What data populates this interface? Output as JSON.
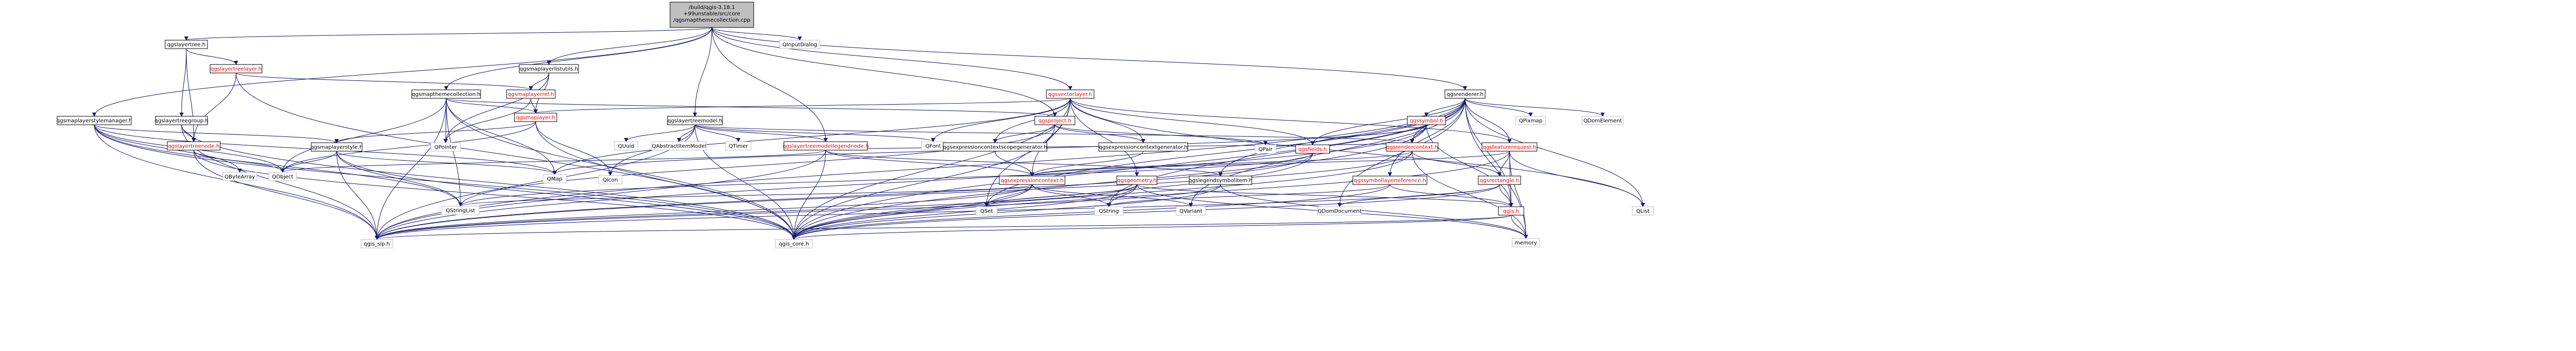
{
  "diagram": {
    "colors": {
      "edge": "#191970",
      "root_fill": "#bfbfbf",
      "node_fill": "#ffffff",
      "node_border_linked": "#000000",
      "node_border_external": "#bfbfbf",
      "text_linked": "#000000",
      "text_red": "#ff0000"
    },
    "nodes": [
      {
        "id": "root",
        "label": "/build/qgis-3.18.1+99unstable/src/core/qgsmapthemecollection.cpp",
        "kind": "root"
      },
      {
        "id": "qgslayertree",
        "label": "qgslayertree.h",
        "kind": "normal"
      },
      {
        "id": "qgslayertreelayer",
        "label": "qgslayertreelayer.h",
        "kind": "red"
      },
      {
        "id": "qgsmapthemecollection",
        "label": "qgsmapthemecollection.h",
        "kind": "normal"
      },
      {
        "id": "qgsmaplayerlistutils",
        "label": "qgsmaplayerlistutils.h",
        "kind": "normal"
      },
      {
        "id": "qinputdialog",
        "label": "QInputDialog",
        "kind": "external"
      },
      {
        "id": "qgsvectorlayer",
        "label": "qgsvectorlayer.h",
        "kind": "red"
      },
      {
        "id": "qgsrenderer",
        "label": "qgsrenderer.h",
        "kind": "normal"
      },
      {
        "id": "qgsmaplayerstylemanager",
        "label": "qgsmaplayerstylemanager.h",
        "kind": "normal"
      },
      {
        "id": "qgslayertreegroup",
        "label": "qgslayertreegroup.h",
        "kind": "normal"
      },
      {
        "id": "qgsmaplayerref",
        "label": "qgsmaplayerref.h",
        "kind": "red"
      },
      {
        "id": "qgsmaplayer",
        "label": "qgsmaplayer.h",
        "kind": "red"
      },
      {
        "id": "qgslayertreemodel",
        "label": "qgslayertreemodel.h",
        "kind": "normal"
      },
      {
        "id": "qgsproject",
        "label": "qgsproject.h",
        "kind": "red"
      },
      {
        "id": "qgssymbol",
        "label": "qgssymbol.h",
        "kind": "red"
      },
      {
        "id": "qpixmap",
        "label": "QPixmap",
        "kind": "external"
      },
      {
        "id": "qdomelement",
        "label": "QDomElement",
        "kind": "external"
      },
      {
        "id": "qgslayertreenode",
        "label": "qgslayertreenode.h",
        "kind": "red"
      },
      {
        "id": "qgsmaplayerstyle",
        "label": "qgsmaplayerstyle.h",
        "kind": "normal"
      },
      {
        "id": "qpointer",
        "label": "QPointer",
        "kind": "external"
      },
      {
        "id": "quuid",
        "label": "QUuid",
        "kind": "external"
      },
      {
        "id": "qabstractitemmodel",
        "label": "QAbstractItemModel",
        "kind": "external"
      },
      {
        "id": "qtimer",
        "label": "QTimer",
        "kind": "external"
      },
      {
        "id": "qgslayertreemodellegendnode",
        "label": "qgslayertreemodellegendnode.h",
        "kind": "red"
      },
      {
        "id": "qfont",
        "label": "QFont",
        "kind": "external"
      },
      {
        "id": "qgsexpressioncontextscopegenerator",
        "label": "qgsexpressioncontextscopegenerator.h",
        "kind": "normal"
      },
      {
        "id": "qgsexpressioncontextgenerator",
        "label": "qgsexpressioncontextgenerator.h",
        "kind": "normal"
      },
      {
        "id": "qpair",
        "label": "QPair",
        "kind": "external"
      },
      {
        "id": "qgsfields",
        "label": "qgsfields.h",
        "kind": "red"
      },
      {
        "id": "qgsrendercontext",
        "label": "qgsrendercontext.h",
        "kind": "red"
      },
      {
        "id": "qgsfeaturerequest",
        "label": "qgsfeaturerequest.h",
        "kind": "red"
      },
      {
        "id": "qbytearray",
        "label": "QByteArray",
        "kind": "external"
      },
      {
        "id": "qobject",
        "label": "QObject",
        "kind": "external"
      },
      {
        "id": "qmap",
        "label": "QMap",
        "kind": "external"
      },
      {
        "id": "qicon",
        "label": "QIcon",
        "kind": "external"
      },
      {
        "id": "qgsexpressioncontext",
        "label": "qgsexpressioncontext.h",
        "kind": "red"
      },
      {
        "id": "qgsgeometry",
        "label": "qgsgeometry.h",
        "kind": "red"
      },
      {
        "id": "qgslegendsymbolitem",
        "label": "qgslegendsymbolitem.h",
        "kind": "normal"
      },
      {
        "id": "qgssymbollayerreference",
        "label": "qgssymbollayerreference.h",
        "kind": "red"
      },
      {
        "id": "qgsrectangle",
        "label": "qgsrectangle.h",
        "kind": "red"
      },
      {
        "id": "qstringlist",
        "label": "QStringList",
        "kind": "external"
      },
      {
        "id": "qset",
        "label": "QSet",
        "kind": "external"
      },
      {
        "id": "qstring",
        "label": "QString",
        "kind": "external"
      },
      {
        "id": "qvariant",
        "label": "QVariant",
        "kind": "external"
      },
      {
        "id": "qdomdocument",
        "label": "QDomDocument",
        "kind": "external"
      },
      {
        "id": "qgis",
        "label": "qgis.h",
        "kind": "red"
      },
      {
        "id": "qlist",
        "label": "QList",
        "kind": "external"
      },
      {
        "id": "qgis_sip",
        "label": "qgis_sip.h",
        "kind": "external"
      },
      {
        "id": "qgis_core",
        "label": "qgis_core.h",
        "kind": "external"
      },
      {
        "id": "memory",
        "label": "memory",
        "kind": "external"
      }
    ]
  }
}
